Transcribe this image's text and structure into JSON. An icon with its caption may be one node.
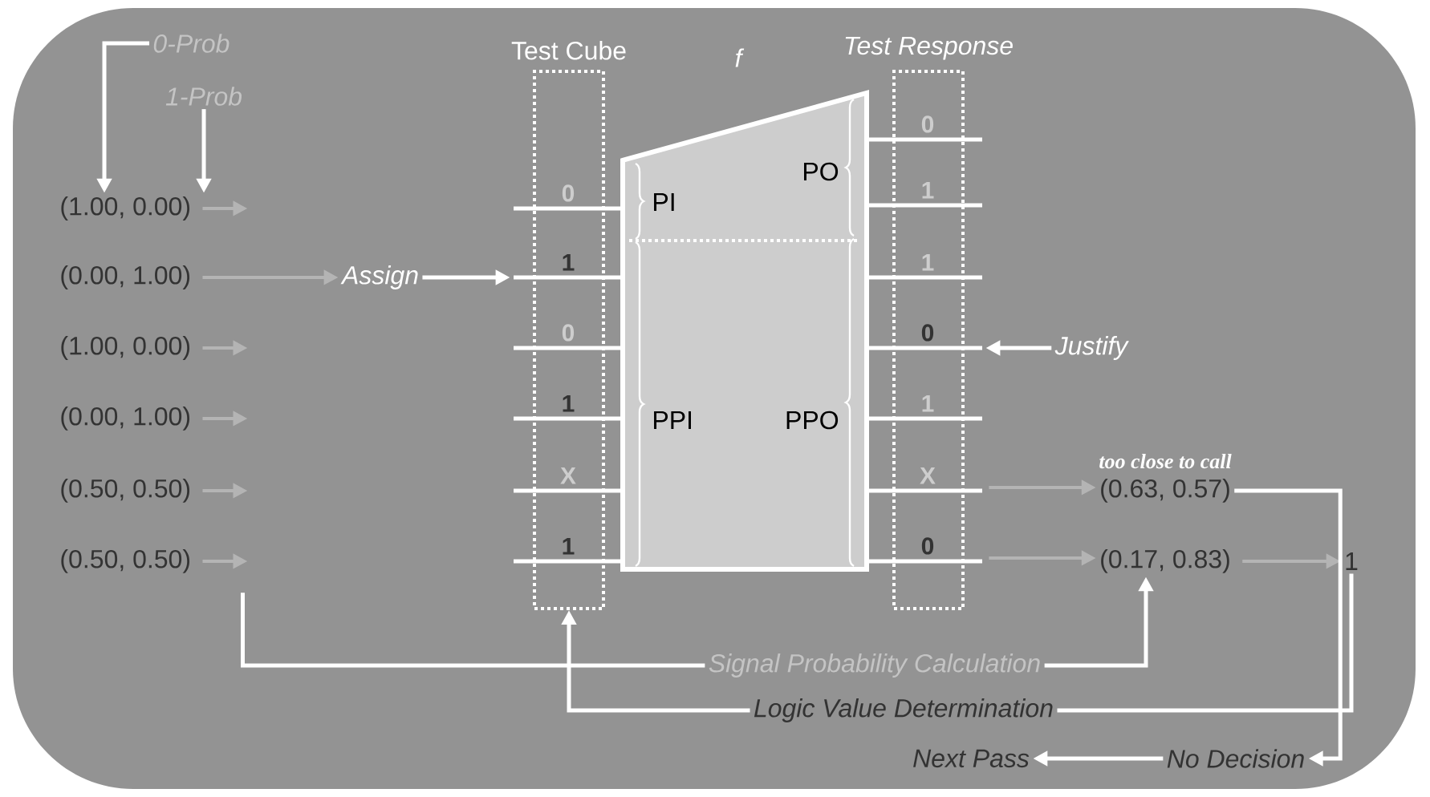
{
  "diagram": {
    "nodes": [
      {
        "text": [
          "0-Prob"
        ]
      },
      {
        "text": [
          "1-Prob"
        ]
      },
      {
        "text": [
          "(1.00, 0.00)"
        ]
      },
      {
        "text": [
          "(0.00, 1.00)"
        ]
      },
      {
        "text": [
          "(1.00, 0.00)"
        ]
      },
      {
        "text": [
          "(0.00, 1.00)"
        ]
      },
      {
        "text": [
          "(0.50, 0.50)"
        ]
      },
      {
        "text": [
          "(0.50, 0.50)"
        ]
      },
      {
        "text": [
          "Assign"
        ]
      },
      {
        "text": [
          "Test Cube"
        ]
      },
      {
        "text": [
          "0"
        ],
        "in": 9
      },
      {
        "text": [
          "1"
        ],
        "in": 9
      },
      {
        "text": [
          "0"
        ],
        "in": 9
      },
      {
        "text": [
          "1"
        ],
        "in": 9
      },
      {
        "text": [
          "X"
        ],
        "in": 9
      },
      {
        "text": [
          "1"
        ],
        "in": 9
      },
      {
        "text": [
          "f",
          "PO",
          "PI",
          "PPI",
          "PPO"
        ]
      },
      {
        "text": [
          "Test Response"
        ]
      },
      {
        "text": [
          "0"
        ],
        "in": 17
      },
      {
        "text": [
          "1"
        ],
        "in": 17
      },
      {
        "text": [
          "1"
        ],
        "in": 17
      },
      {
        "text": [
          "0"
        ],
        "in": 17
      },
      {
        "text": [
          "1"
        ],
        "in": 17
      },
      {
        "text": [
          "X"
        ],
        "in": 17
      },
      {
        "text": [
          "0"
        ],
        "in": 17
      },
      {
        "text": [
          "Justify"
        ]
      },
      {
        "text": [
          "(0.63, 0.57)"
        ],
        "beside": [
          "too close to call"
        ]
      },
      {
        "text": [
          "(0.17, 0.83)"
        ]
      },
      {
        "text": [
          "1"
        ]
      },
      {
        "text": [
          "Signal Probability Calculation"
        ]
      },
      {
        "text": [
          "Logic Value Determination"
        ]
      },
      {
        "text": [
          "Next Pass"
        ]
      },
      {
        "text": [
          "No Decision"
        ]
      }
    ],
    "edges": [
      {
        "from": 0,
        "to": 2,
        "arrow": "to"
      },
      {
        "from": 1,
        "to": 2,
        "arrow": "to"
      },
      {
        "from": 2,
        "to": null,
        "arrow": "to",
        "color": "#b4b4b4"
      },
      {
        "from": 3,
        "to": 8,
        "arrow": "to",
        "color": "#b4b4b4"
      },
      {
        "from": 8,
        "to": 11,
        "arrow": "to"
      },
      {
        "from": 4,
        "to": null,
        "arrow": "to",
        "color": "#b4b4b4"
      },
      {
        "from": 5,
        "to": null,
        "arrow": "to",
        "color": "#b4b4b4"
      },
      {
        "from": 6,
        "to": null,
        "arrow": "to",
        "color": "#b4b4b4"
      },
      {
        "from": 7,
        "to": null,
        "arrow": "to",
        "color": "#b4b4b4"
      },
      {
        "from": 25,
        "to": 21,
        "arrow": "to"
      },
      {
        "from": 23,
        "to": 26,
        "arrow": "to",
        "color": "#b4b4b4"
      },
      {
        "from": 24,
        "to": 27,
        "arrow": "to",
        "color": "#b4b4b4"
      },
      {
        "from": 27,
        "to": 28,
        "arrow": "to",
        "color": "#b4b4b4"
      },
      {
        "from": 7,
        "to": 29,
        "arrow": "none"
      },
      {
        "from": 29,
        "to": 27,
        "arrow": "to"
      },
      {
        "from": 28,
        "to": 30,
        "arrow": "none"
      },
      {
        "from": 30,
        "to": 9,
        "arrow": "to"
      },
      {
        "from": 26,
        "to": 32,
        "arrow": "to"
      },
      {
        "from": 32,
        "to": 31,
        "arrow": "to"
      }
    ]
  }
}
